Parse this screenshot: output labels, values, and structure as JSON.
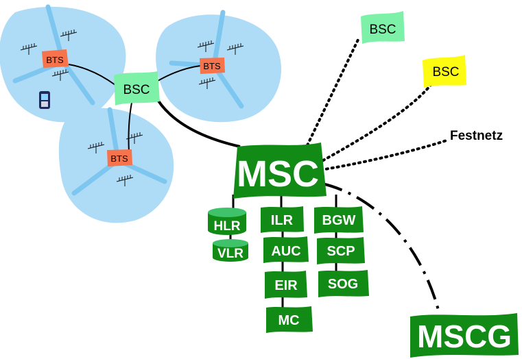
{
  "colors": {
    "cell_fill": "#aedcf7",
    "cell_beam": "#7cc6ef",
    "bts_fill": "#f6734c",
    "bsc_green": "#7df1a8",
    "bsc_yellow": "#fefb13",
    "core_green": "#128a16",
    "db_top": "#3ec36a"
  },
  "cells": [
    {
      "bts_label": "BTS"
    },
    {
      "bts_label": "BTS"
    },
    {
      "bts_label": "BTS"
    }
  ],
  "bsc_main": {
    "label": "BSC"
  },
  "bsc_remote_green": {
    "label": "BSC"
  },
  "bsc_remote_yellow": {
    "label": "BSC"
  },
  "msc": {
    "label": "MSC"
  },
  "festnetz": {
    "label": "Festnetz"
  },
  "databases": {
    "hlr": {
      "label": "HLR"
    },
    "vlr": {
      "label": "VLR"
    }
  },
  "center_column": [
    {
      "label": "ILR"
    },
    {
      "label": "AUC"
    },
    {
      "label": "EIR"
    },
    {
      "label": "MC"
    }
  ],
  "right_column": [
    {
      "label": "BGW"
    },
    {
      "label": "SCP"
    },
    {
      "label": "SOG"
    }
  ],
  "mscg": {
    "label": "MSCG"
  }
}
